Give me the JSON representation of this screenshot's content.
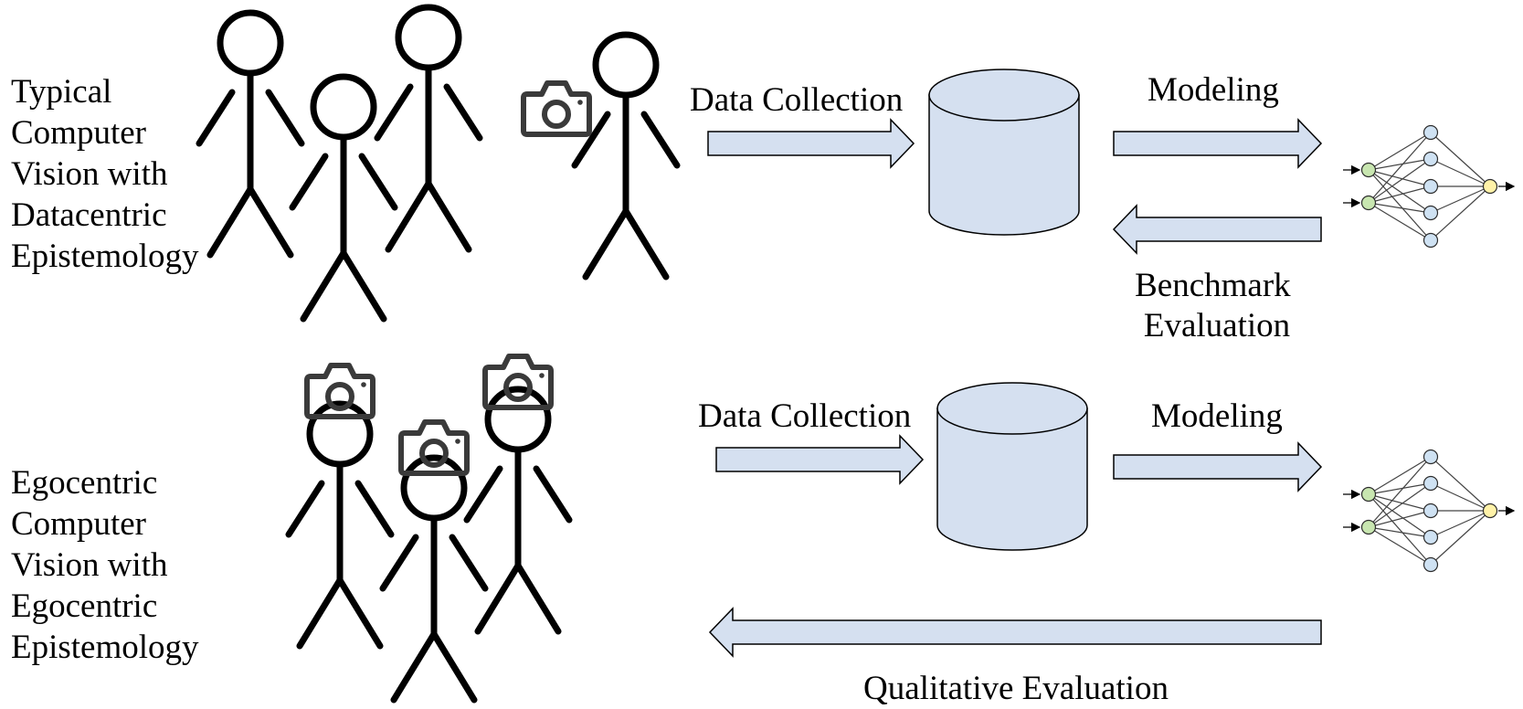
{
  "top_row": {
    "title_lines": [
      "Typical",
      "Computer",
      "Vision with",
      "Datacentric",
      "Epistemology"
    ],
    "data_collection_label": "Data Collection",
    "modeling_label": "Modeling",
    "evaluation_lines": [
      "Benchmark",
      "Evaluation"
    ]
  },
  "bottom_row": {
    "title_lines": [
      "Egocentric",
      "Computer",
      "Vision with",
      "Egocentric",
      "Epistemology"
    ],
    "data_collection_label": "Data Collection",
    "modeling_label": "Modeling",
    "evaluation_label": "Qualitative Evaluation"
  },
  "colors": {
    "arrow_fill": "#d5e0f0",
    "database_fill": "#d5e0f0",
    "nn_input": "#c8e6b0",
    "nn_hidden": "#cfe2f3",
    "nn_output": "#fff2a8"
  },
  "icons": [
    "stick-figure-icon",
    "camera-icon",
    "database-icon",
    "neural-network-icon",
    "arrow-right-icon",
    "arrow-left-icon"
  ]
}
